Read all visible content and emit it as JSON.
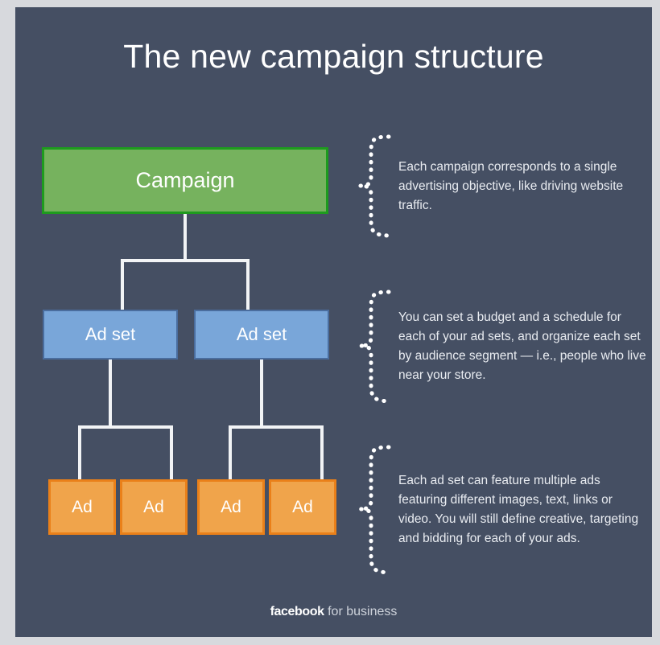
{
  "title": "The new campaign structure",
  "colors": {
    "background": "#454f63",
    "frame": "#d7d9dd",
    "campaign_fill": "#76b25e",
    "campaign_border": "#1e9b1e",
    "adset_fill": "#79a6d9",
    "adset_border": "#4a6d9e",
    "ad_fill": "#f0a44b",
    "ad_border": "#ea8019",
    "connector": "#f2f4f6",
    "text": "#ffffff"
  },
  "nodes": {
    "campaign": {
      "label": "Campaign"
    },
    "adsets": [
      {
        "label": "Ad set"
      },
      {
        "label": "Ad set"
      }
    ],
    "ads": [
      {
        "label": "Ad"
      },
      {
        "label": "Ad"
      },
      {
        "label": "Ad"
      },
      {
        "label": "Ad"
      }
    ]
  },
  "annotations": [
    {
      "target": "campaign",
      "text": "Each campaign corresponds to a single advertising objective, like driving website traffic."
    },
    {
      "target": "ad-set",
      "text": "You can set a budget and a schedule for each of your ad sets, and organize each set by audience segment — i.e., people who live near your store."
    },
    {
      "target": "ad",
      "text": "Each ad set can feature multiple ads featuring different images, text, links or video. You will still define creative, targeting and bidding for each of your ads."
    }
  ],
  "footer": {
    "brand": "facebook",
    "suffix": " for business"
  }
}
